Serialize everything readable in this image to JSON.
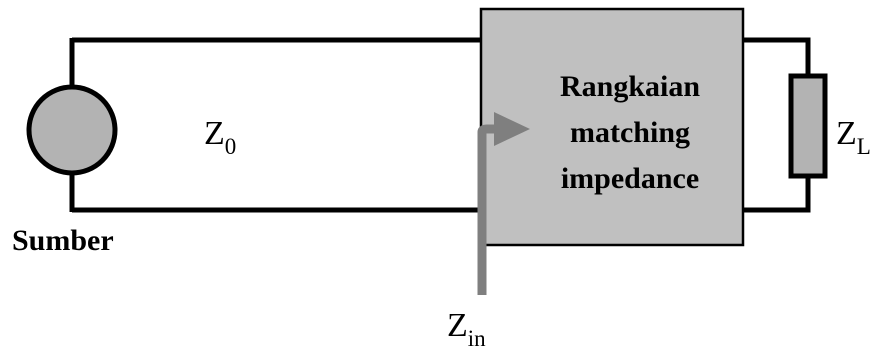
{
  "labels": {
    "source": "Sumber",
    "line_impedance": {
      "main": "Z",
      "sub": "0"
    },
    "input_impedance": {
      "main": "Z",
      "sub": "in"
    },
    "load_impedance": {
      "main": "Z",
      "sub": "L"
    },
    "matching_network": [
      "Rangkaian",
      "matching",
      "impedance"
    ]
  },
  "colors": {
    "wire": "#000000",
    "source_fill": "#b3b3b3",
    "box_fill": "#c0c0c0",
    "arrow": "#7f7f7f",
    "load_fill": "#b3b3b3",
    "text": "#000000"
  }
}
